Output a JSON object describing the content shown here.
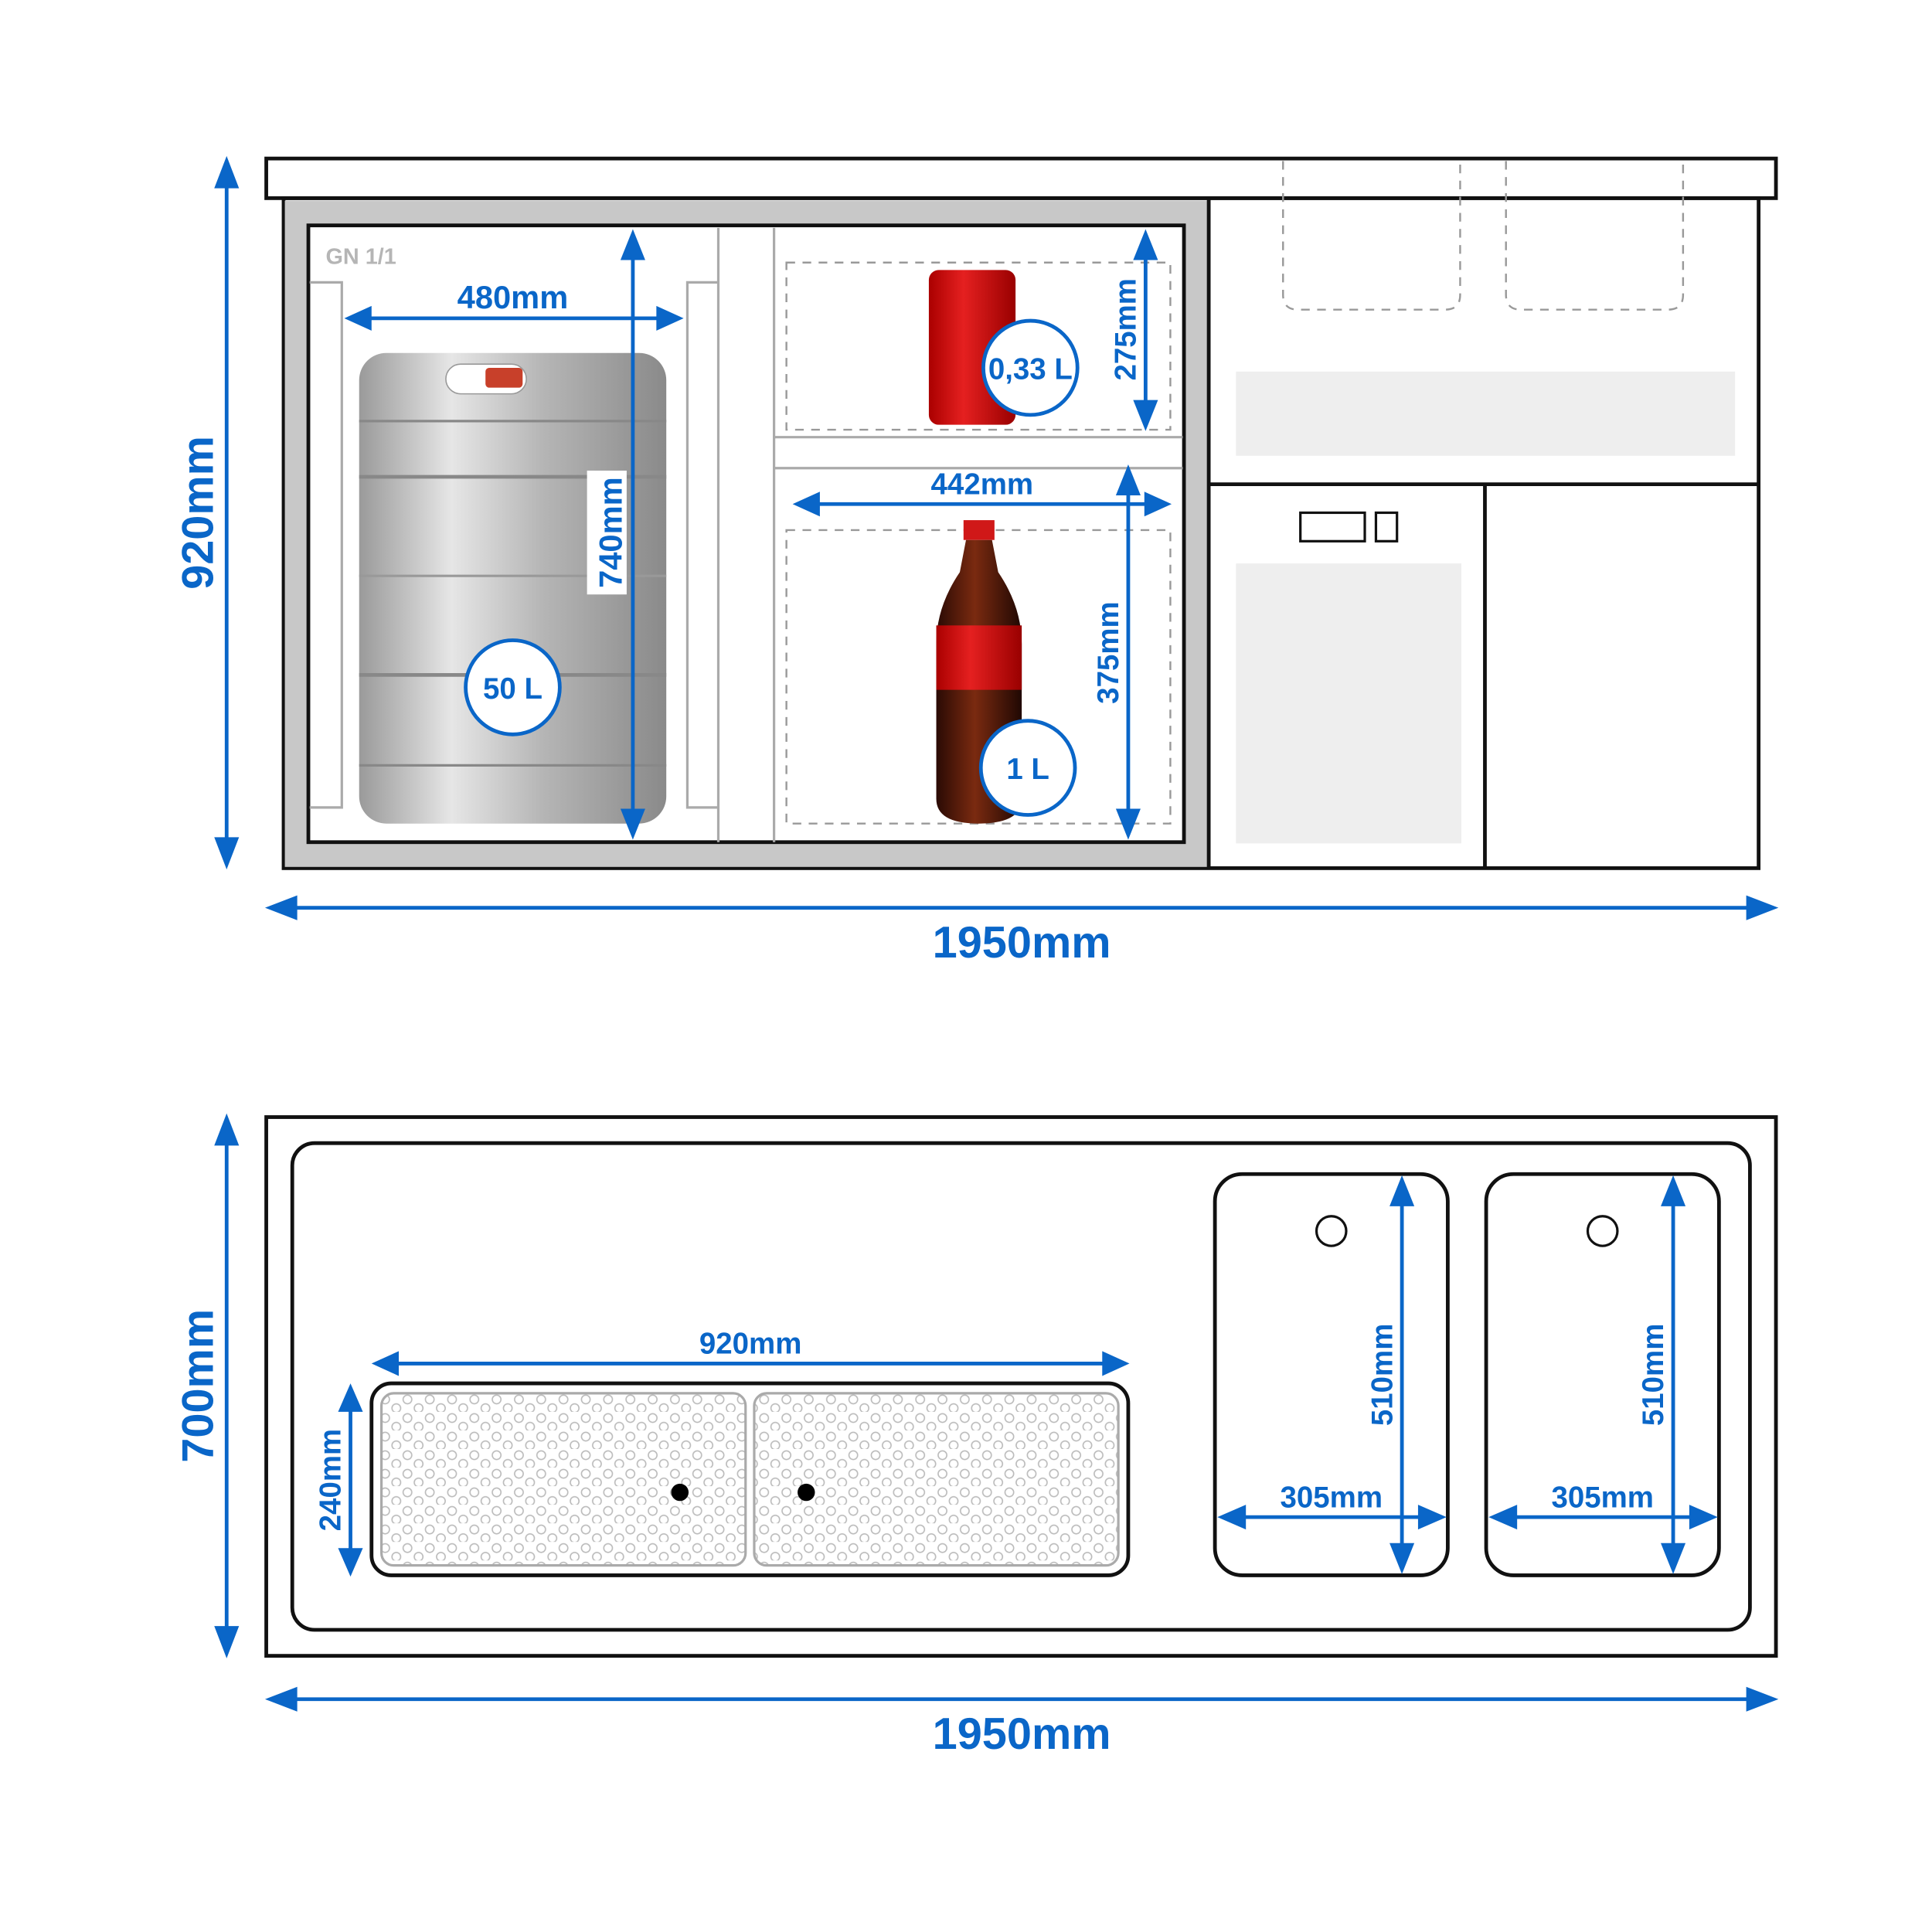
{
  "front_view": {
    "height_label": "920mm",
    "width_label": "1950mm",
    "gn_label": "GN 1/1",
    "keg": {
      "width_label": "480mm",
      "height_label": "740mm",
      "volume_label": "50 L"
    },
    "can_shelf": {
      "height_label": "275mm",
      "volume_label": "0,33 L"
    },
    "bottle_shelf": {
      "width_label": "442mm",
      "height_label": "375mm",
      "volume_label": "1 L"
    }
  },
  "top_view": {
    "height_label": "700mm",
    "width_label": "1950mm",
    "drip_tray": {
      "width_label": "920mm",
      "depth_label": "240mm"
    },
    "sinks": [
      {
        "width_label": "305mm",
        "depth_label": "510mm"
      },
      {
        "width_label": "305mm",
        "depth_label": "510mm"
      }
    ]
  },
  "colors": {
    "accent": "#0a66c8",
    "frame": "#111111",
    "panel": "#c8c8c8"
  }
}
